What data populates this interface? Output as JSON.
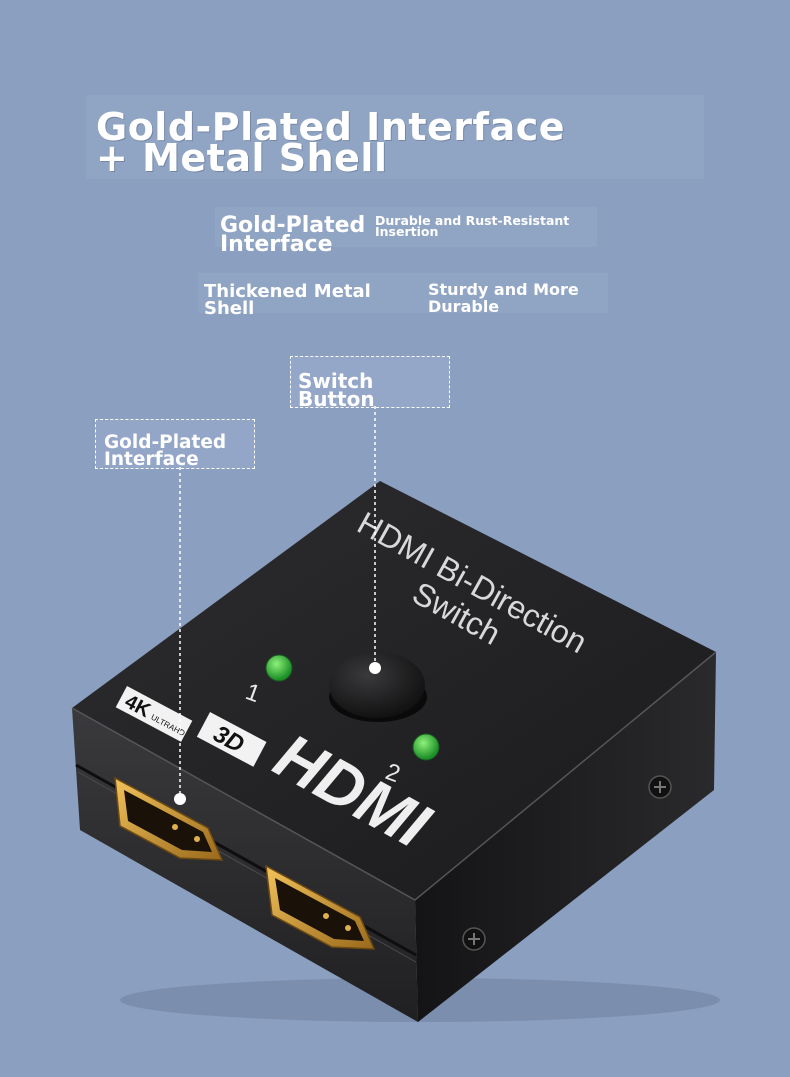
{
  "headline": "Gold-Plated Interface\n + Metal Shell",
  "features": [
    {
      "name": "Gold-Plated\n Interface",
      "benefit": "Durable and Rust-Resistant\n Insertion"
    },
    {
      "name": "Thickened Metal\n Shell",
      "benefit": "Sturdy and More\n Durable"
    }
  ],
  "callouts": {
    "switch_button": "Switch\n Button",
    "port": "Gold-Plated\n Interface"
  },
  "device": {
    "top_label_line1": "HDMI Bi-Direction",
    "top_label_line2": "Switch",
    "led_1": "1",
    "led_2": "2",
    "badge_4k": "4K",
    "badge_ultra": "ULTRAHD",
    "badge_3d": "3D",
    "brand": "HDMI"
  },
  "colors": {
    "background": "#8b9fc0",
    "shell": "#1f1f21",
    "led": "#2fb33a",
    "gold": "#c9932e"
  }
}
